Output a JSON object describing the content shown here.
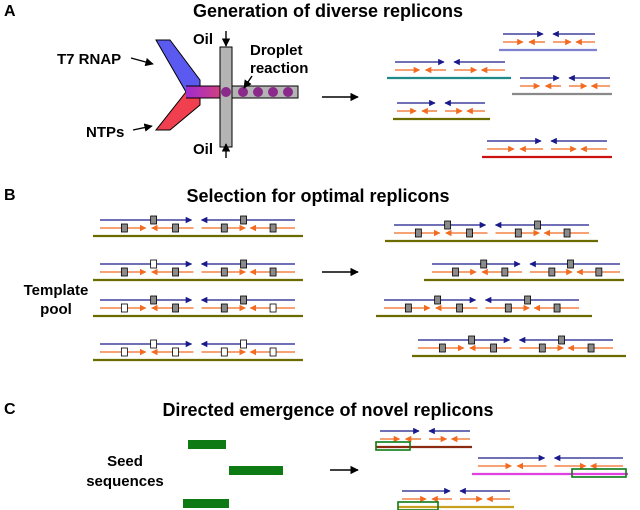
{
  "panels": [
    {
      "letter": "A",
      "title": "Generation of diverse replicons"
    },
    {
      "letter": "B",
      "title": "Selection for optimal replicons"
    },
    {
      "letter": "C",
      "title": "Directed emergence of novel replicons"
    }
  ],
  "panel_a": {
    "t7_label": "T7 RNAP",
    "ntps_label": "NTPs",
    "oil_top": "Oil",
    "oil_bottom": "Oil",
    "droplet_line1": "Droplet",
    "droplet_line2": "reaction"
  },
  "panel_b": {
    "pool_line1": "Template",
    "pool_line2": "pool"
  },
  "panel_c": {
    "seed_line1": "Seed",
    "seed_line2": "sequences"
  },
  "colors": {
    "blue_strand": "#1a1a8c",
    "orange_strand": "#f26b21",
    "olive": "#6b6b00",
    "teal": "#1e8a8a",
    "purple": "#8080d0",
    "gray": "#8a8a8a",
    "red": "#cc1111",
    "seed_green": "#0d7a14",
    "magenta": "#e040e0",
    "brown": "#8b2a10",
    "gold": "#c8a020",
    "channel_blue": "#5a5af0",
    "channel_red": "#f04050",
    "droplet": "#8a2a8a",
    "channel_gray": "#b4b4b4"
  }
}
